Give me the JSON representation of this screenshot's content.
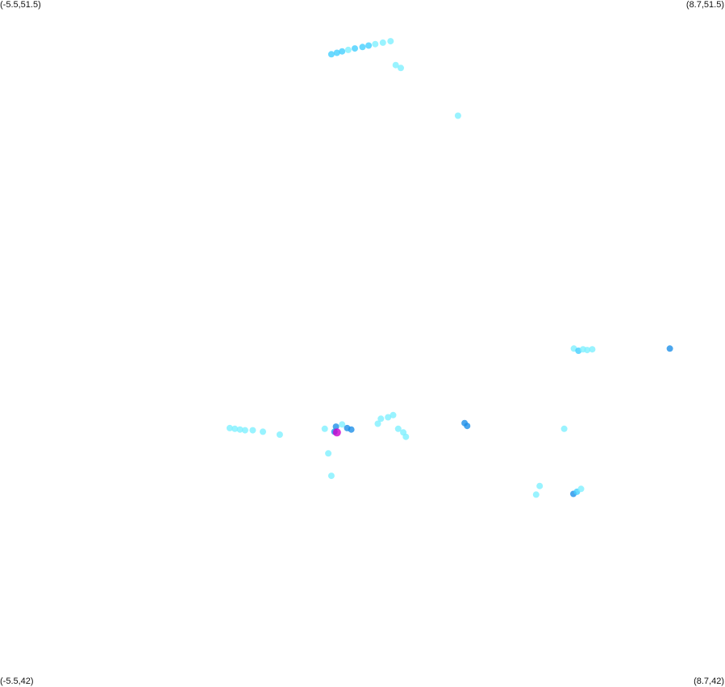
{
  "corner_labels": {
    "top_left": "(-5.5,51.5)",
    "top_right": "(8.7,51.5)",
    "bottom_left": "(-5.5,42)",
    "bottom_right": "(8.7,42)"
  },
  "colors": {
    "background": "#ffffff",
    "light": "#7ff0ff",
    "medium": "#45cfff",
    "dark": "#1e90e8",
    "highlight": "#cc00cc"
  },
  "chart_data": {
    "type": "scatter",
    "xlim": [
      -5.5,
      8.7
    ],
    "ylim": [
      42,
      51.5
    ],
    "grid": false,
    "title": "",
    "xlabel": "",
    "ylabel": "",
    "points": [
      {
        "x": 0.99,
        "y": 50.75,
        "c": "medium"
      },
      {
        "x": 1.1,
        "y": 50.77,
        "c": "medium"
      },
      {
        "x": 1.2,
        "y": 50.79,
        "c": "medium"
      },
      {
        "x": 1.32,
        "y": 50.81,
        "c": "light"
      },
      {
        "x": 1.45,
        "y": 50.83,
        "c": "medium"
      },
      {
        "x": 1.6,
        "y": 50.85,
        "c": "medium"
      },
      {
        "x": 1.72,
        "y": 50.87,
        "c": "medium"
      },
      {
        "x": 1.85,
        "y": 50.89,
        "c": "light"
      },
      {
        "x": 2.0,
        "y": 50.91,
        "c": "light"
      },
      {
        "x": 2.15,
        "y": 50.93,
        "c": "light"
      },
      {
        "x": 2.25,
        "y": 50.6,
        "c": "light"
      },
      {
        "x": 2.35,
        "y": 50.56,
        "c": "light"
      },
      {
        "x": 3.47,
        "y": 49.9,
        "c": "light"
      },
      {
        "x": 5.74,
        "y": 46.68,
        "c": "light"
      },
      {
        "x": 5.83,
        "y": 46.65,
        "c": "medium"
      },
      {
        "x": 5.92,
        "y": 46.67,
        "c": "light"
      },
      {
        "x": 6.0,
        "y": 46.66,
        "c": "light"
      },
      {
        "x": 6.1,
        "y": 46.67,
        "c": "light"
      },
      {
        "x": 7.62,
        "y": 46.68,
        "c": "dark"
      },
      {
        "x": -1.0,
        "y": 45.58,
        "c": "light"
      },
      {
        "x": -0.9,
        "y": 45.57,
        "c": "light"
      },
      {
        "x": -0.8,
        "y": 45.56,
        "c": "light"
      },
      {
        "x": -0.7,
        "y": 45.55,
        "c": "light"
      },
      {
        "x": -0.55,
        "y": 45.55,
        "c": "light"
      },
      {
        "x": -0.35,
        "y": 45.53,
        "c": "light"
      },
      {
        "x": -0.02,
        "y": 45.49,
        "c": "light"
      },
      {
        "x": 0.86,
        "y": 45.57,
        "c": "light"
      },
      {
        "x": 1.05,
        "y": 45.53,
        "c": "dark"
      },
      {
        "x": 1.08,
        "y": 45.6,
        "c": "dark"
      },
      {
        "x": 1.1,
        "y": 45.52,
        "c": "highlight"
      },
      {
        "x": 1.2,
        "y": 45.63,
        "c": "light"
      },
      {
        "x": 1.3,
        "y": 45.58,
        "c": "dark"
      },
      {
        "x": 1.38,
        "y": 45.56,
        "c": "dark"
      },
      {
        "x": 1.9,
        "y": 45.64,
        "c": "light"
      },
      {
        "x": 1.96,
        "y": 45.71,
        "c": "light"
      },
      {
        "x": 2.1,
        "y": 45.73,
        "c": "light"
      },
      {
        "x": 2.2,
        "y": 45.76,
        "c": "light"
      },
      {
        "x": 2.3,
        "y": 45.57,
        "c": "light"
      },
      {
        "x": 2.4,
        "y": 45.52,
        "c": "light"
      },
      {
        "x": 2.45,
        "y": 45.46,
        "c": "light"
      },
      {
        "x": 3.6,
        "y": 45.65,
        "c": "dark"
      },
      {
        "x": 3.65,
        "y": 45.61,
        "c": "dark"
      },
      {
        "x": 5.55,
        "y": 45.57,
        "c": "light"
      },
      {
        "x": 0.93,
        "y": 45.23,
        "c": "light"
      },
      {
        "x": 0.99,
        "y": 44.92,
        "c": "light"
      },
      {
        "x": 5.07,
        "y": 44.78,
        "c": "light"
      },
      {
        "x": 5.0,
        "y": 44.66,
        "c": "light"
      },
      {
        "x": 5.73,
        "y": 44.67,
        "c": "dark"
      },
      {
        "x": 5.8,
        "y": 44.7,
        "c": "medium"
      },
      {
        "x": 5.88,
        "y": 44.74,
        "c": "light"
      }
    ]
  }
}
